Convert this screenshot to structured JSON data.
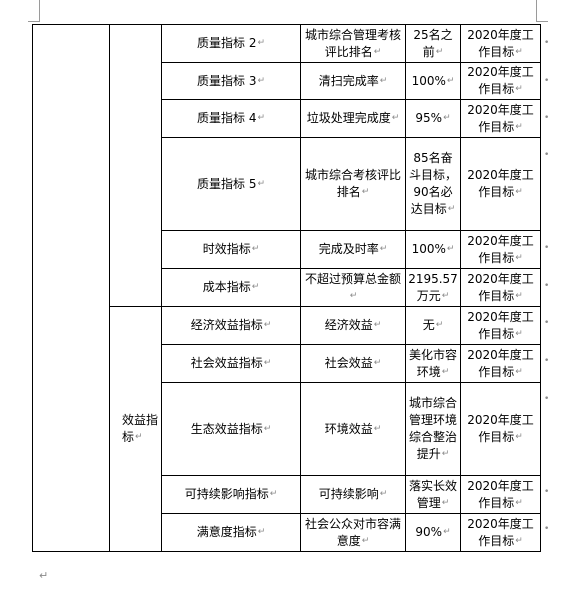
{
  "section_label": "效益指标",
  "rows": [
    {
      "indicator": "质量指标 2",
      "description": "城市综合管理考核评比排名",
      "value": "25名之前",
      "target": "2020年度工作目标"
    },
    {
      "indicator": "质量指标 3",
      "description": "清扫完成率",
      "value": "100%",
      "target": "2020年度工作目标"
    },
    {
      "indicator": "质量指标 4",
      "description": "垃圾处理完成度",
      "value": "95%",
      "target": "2020年度工作目标"
    },
    {
      "indicator": "质量指标 5",
      "description": "城市综合考核评比排名",
      "value": "85名奋斗目标，90名必达目标",
      "target": "2020年度工作目标"
    },
    {
      "indicator": "时效指标",
      "description": "完成及时率",
      "value": "100%",
      "target": "2020年度工作目标"
    },
    {
      "indicator": "成本指标",
      "description": "不超过预算总金额",
      "value": "2195.57万元",
      "target": "2020年度工作目标"
    },
    {
      "indicator": "经济效益指标",
      "description": "经济效益",
      "value": "无",
      "target": "2020年度工作目标"
    },
    {
      "indicator": "社会效益指标",
      "description": "社会效益",
      "value": "美化市容环境",
      "target": "2020年度工作目标"
    },
    {
      "indicator": "生态效益指标",
      "description": "环境效益",
      "value": "城市综合管理环境综合整治提升",
      "target": "2020年度工作目标"
    },
    {
      "indicator": "可持续影响指标",
      "description": "可持续影响",
      "value": "落实长效管理",
      "target": "2020年度工作目标"
    },
    {
      "indicator": "满意度指标",
      "description": "社会公众对市容满意度",
      "value": "90%",
      "target": "2020年度工作目标"
    }
  ],
  "marks": {
    "cell_end": "↵",
    "row_end": "•",
    "paragraph": "↵"
  }
}
